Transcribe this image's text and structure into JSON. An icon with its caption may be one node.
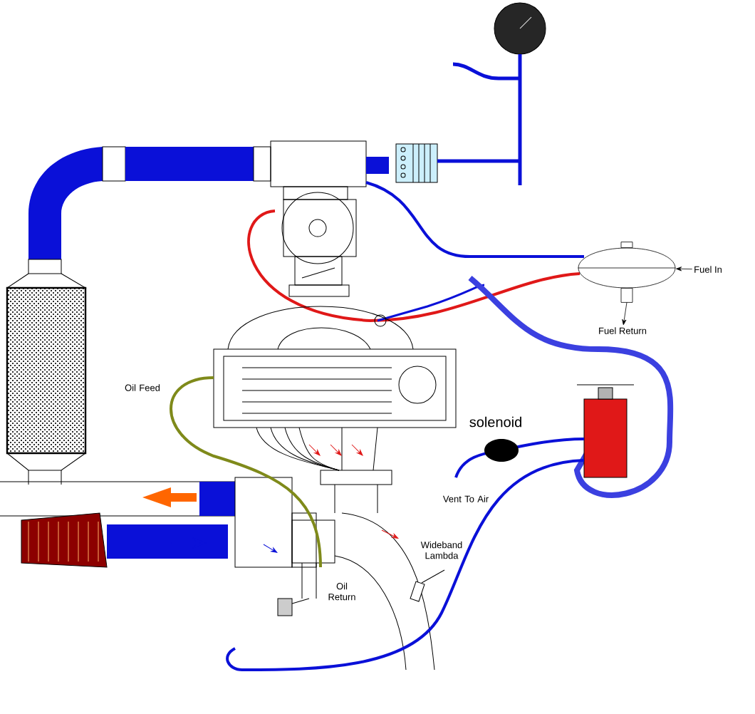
{
  "diagram": {
    "nodes": [
      {
        "text": [],
        "shape": "ellipse"
      },
      {
        "text": [
          "Fuel In"
        ]
      },
      {
        "text": [
          "Fuel Return"
        ]
      }
    ],
    "edges": [
      {
        "from": 1,
        "to": 0,
        "arrow": "to"
      },
      {
        "from": 0,
        "to": 2,
        "arrow": "to"
      }
    ],
    "labels": [
      "Oil Feed",
      "solenoid",
      "Vent To Air",
      "Wideband Lambda",
      "Oil Return"
    ]
  }
}
